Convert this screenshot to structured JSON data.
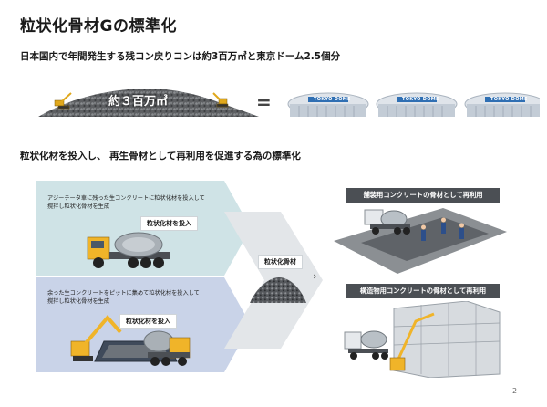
{
  "title": "粒状化骨材Gの標準化",
  "subtitle": "日本国内で年間発生する残コン戻りコンは約3百万㎥と東京ドーム2.5個分",
  "pile_label": "約３百万㎥",
  "equals_sign": "=",
  "domes": [
    {
      "label": "TOKYO DOME"
    },
    {
      "label": "TOKYO DOME"
    },
    {
      "label": "TOKYO DOME"
    }
  ],
  "section_heading": "粒状化材を投入し、 再生骨材として再利用を促進する為の標準化",
  "panel_top": {
    "text_line1": "アジーテータ車に残った生コンクリートに粒状化材を投入して",
    "text_line2": "撹拌し粒状化骨材を生成",
    "tag": "粒状化材を投入"
  },
  "panel_bottom": {
    "text_line1": "余った生コンクリートをピットに集めて粒状化材を投入して",
    "text_line2": "撹拌し粒状化骨材を生成",
    "tag": "粒状化材を投入"
  },
  "center_tag": "粒状化骨材",
  "chevron": "›",
  "right_top_header": "舗装用コンクリートの骨材として再利用",
  "right_bottom_header": "構造物用コンクリートの骨材として再利用",
  "page_number": "2",
  "colors": {
    "panel_top_bg": "#cfe3e6",
    "panel_bottom_bg": "#c9d3e8",
    "arrow_bg": "#e3e6e9",
    "header_box": "#4b4f54"
  }
}
